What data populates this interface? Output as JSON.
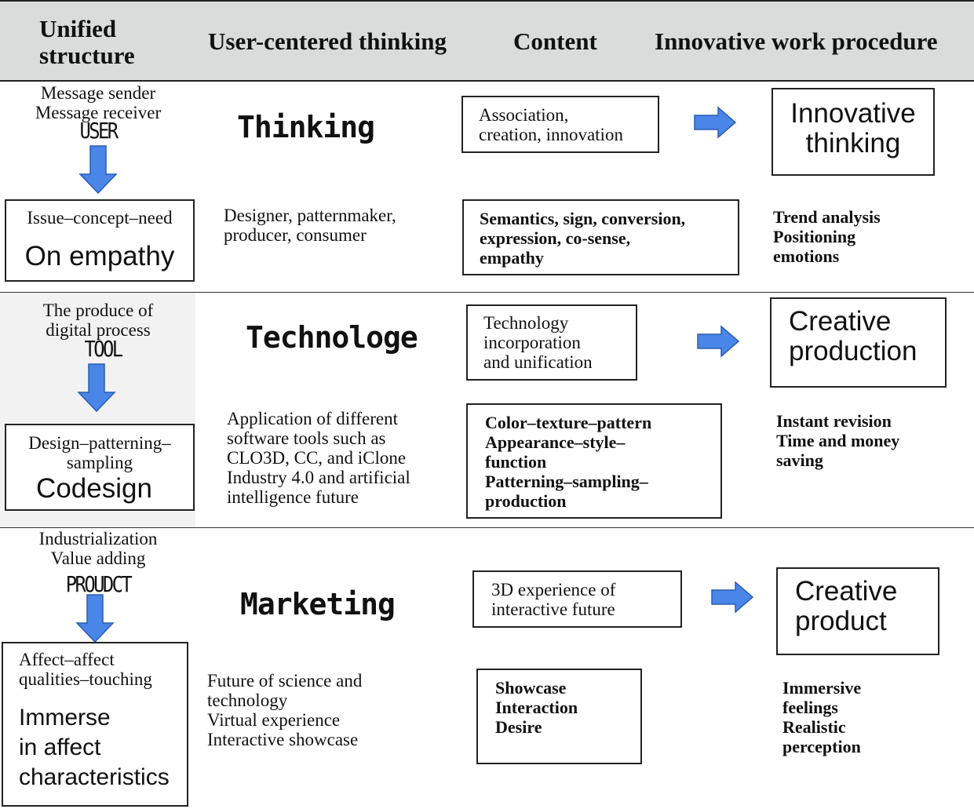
{
  "header": {
    "col1": [
      "Unified",
      "structure"
    ],
    "col2": "User-centered thinking",
    "col3": "Content",
    "col4": "Innovative work procedure"
  },
  "rows": [
    {
      "left_top": [
        "Message sender",
        "Message receiver"
      ],
      "left_key": "USER",
      "left_box_small": [
        "Issue–concept–need"
      ],
      "left_box_big": [
        "On empathy"
      ],
      "mid_title": "Thinking",
      "mid_text": [
        "Designer, patternmaker,",
        "producer, consumer"
      ],
      "content_top": [
        "Association,",
        "creation, innovation"
      ],
      "content_bottom": [
        "Semantics, sign, conversion,",
        "expression, co-sense,",
        "empathy"
      ],
      "proc_box": [
        "Innovative",
        "thinking"
      ],
      "proc_text": [
        "Trend analysis",
        "Positioning",
        "emotions"
      ]
    },
    {
      "left_top": [
        "The produce of",
        "digital process"
      ],
      "left_key": "TOOL",
      "left_box_small": [
        "Design–patterning–",
        "sampling"
      ],
      "left_box_big": [
        "Codesign"
      ],
      "mid_title": "Technologe",
      "mid_text": [
        "Application of different",
        "software tools such as",
        "CLO3D, CC, and iClone",
        "Industry 4.0 and artificial",
        "intelligence future"
      ],
      "content_top": [
        "Technology",
        "incorporation",
        "and unification"
      ],
      "content_bottom": [
        "Color–texture–pattern",
        "Appearance–style–",
        "function",
        "Patterning–sampling–",
        "production"
      ],
      "proc_box": [
        "Creative",
        "production"
      ],
      "proc_text": [
        "Instant revision",
        "Time and money",
        "saving"
      ]
    },
    {
      "left_top": [
        "Industrialization",
        "Value adding"
      ],
      "left_key": "PROUDCT",
      "left_box_small": [
        "Affect–affect",
        "qualities–touching"
      ],
      "left_box_big": [
        "Immerse",
        "in affect",
        "characteristics"
      ],
      "mid_title": "Marketing",
      "mid_text": [
        "Future of science and",
        "technology",
        "Virtual experience",
        "Interactive showcase"
      ],
      "content_top": [
        "3D experience of",
        "interactive future"
      ],
      "content_bottom": [
        "Showcase",
        "Interaction",
        "Desire"
      ],
      "proc_box": [
        "Creative",
        "product"
      ],
      "proc_text": [
        "Immersive",
        "feelings",
        "Realistic",
        "perception"
      ]
    }
  ],
  "colors": {
    "header_bg": "#d9dcdb",
    "arrow_fill": "#4a86e8",
    "arrow_stroke": "#2a5db0"
  }
}
